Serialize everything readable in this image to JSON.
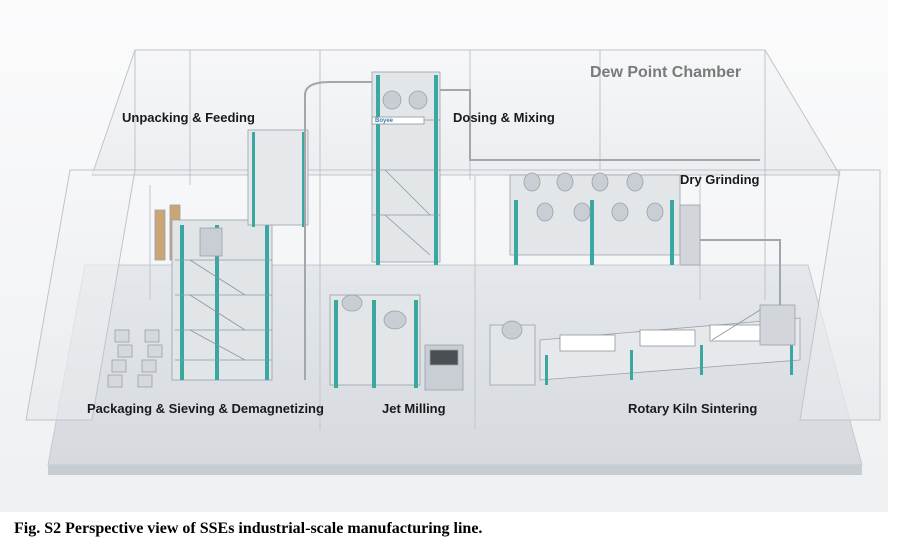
{
  "figure": {
    "chamber_label": "Dew Point Chamber",
    "brand_mark": "Boyee",
    "caption": "Fig. S2 Perspective view of SSEs industrial-scale manufacturing line.",
    "areas": {
      "unpacking": "Unpacking & Feeding",
      "dosing": "Dosing & Mixing",
      "grinding": "Dry Grinding",
      "packaging": "Packaging & Sieving & Demagnetizing",
      "jet": "Jet Milling",
      "kiln": "Rotary Kiln Sintering"
    },
    "colors": {
      "steel_frame": "#3aa7a0",
      "floor": "#dfe3e8",
      "glass": "#eef1f4",
      "equipment": "#c9ced4"
    }
  }
}
